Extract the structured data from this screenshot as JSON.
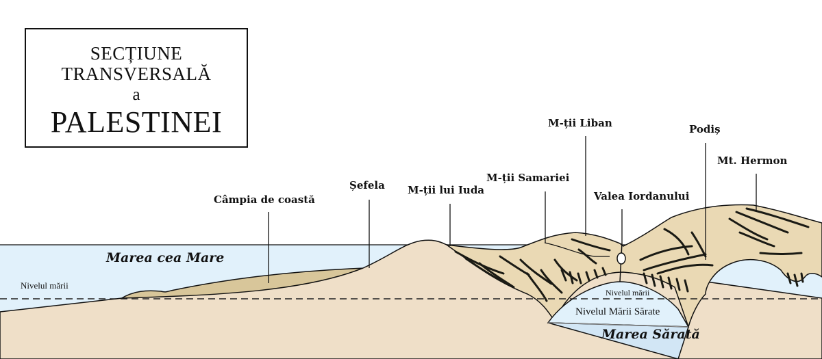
{
  "title": {
    "line1": "SECȚIUNE",
    "line2": "TRANSVERSALĂ",
    "line3": "a",
    "line4": "PALESTINEI"
  },
  "labels": {
    "coastal_plain": "Câmpia de coastă",
    "shephelah": "Șefela",
    "judah_mountains": "M-ții lui Iuda",
    "samaria_mountains": "M-ții Samariei",
    "lebanon_mountains": "M-ții Liban",
    "jordan_valley": "Valea Iordanului",
    "plateau": "Podiș",
    "mt_hermon": "Mt. Hermon"
  },
  "water": {
    "great_sea": "Marea cea Mare",
    "sea_level": "Nivelul mării",
    "sea_level_inner": "Nivelul mării",
    "dead_sea_level": "Nivelul Mării Sărate",
    "dead_sea": "Marea Sărată"
  },
  "colors": {
    "ground": "#efdfc8",
    "coastal_plain_fill": "#d8c69a",
    "mountain_fill": "#ead9b4",
    "sea": "#e1f1fb",
    "dead_sea": "#d2e6f5",
    "outline": "#111111"
  }
}
